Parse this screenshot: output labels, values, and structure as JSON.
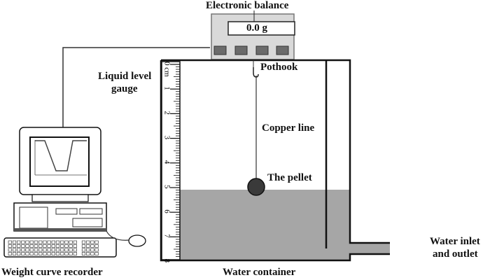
{
  "labels": {
    "balance": "Electronic balance",
    "display": "0.0 g",
    "gauge_line1": "Liquid level",
    "gauge_line2": "gauge",
    "pothook": "Pothook",
    "copper": "Copper line",
    "pellet": "The pellet",
    "container": "Water container",
    "inlet_line1": "Water inlet",
    "inlet_line2": "and outlet",
    "recorder": "Weight curve recorder"
  },
  "ruler": {
    "unit": "cm",
    "ticks": [
      "0",
      "1",
      "2",
      "3",
      "4",
      "5",
      "6",
      "7",
      "8"
    ]
  },
  "colors": {
    "water": "#a6a6a6",
    "balance_body": "#d9d9d9",
    "balance_button": "#6b6b6b",
    "pellet": "#3a3a3a",
    "stroke": "#111111"
  }
}
